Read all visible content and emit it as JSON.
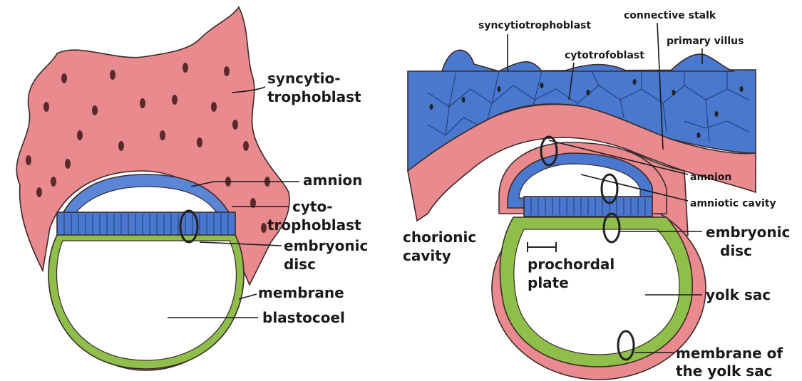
{
  "left_panel": {
    "syncytio_line1": "syncytio-",
    "syncytio_line2": "trophoblast",
    "amnion": "amnion",
    "cyto_line1": "cyto-",
    "cyto_line2": "trophoblast",
    "embryonic_line1": "embryonic",
    "embryonic_line2": "disc",
    "membrane": "membrane",
    "blastocoel": "blastocoel"
  },
  "right_panel": {
    "syncytiotrophoblast": "syncytiotrophoblast",
    "connective_stalk": "connective stalk",
    "cytotrofoblast": "cytotrofoblast",
    "primary_villus": "primary villus",
    "amnion": "amnion",
    "amniotic_cavity": "amniotic cavity",
    "chorionic_line1": "chorionic",
    "chorionic_line2": "cavity",
    "embryonic_line1": "embryonic",
    "embryonic_line2": "disc",
    "prochordal_line1": "prochordal",
    "prochordal_line2": "plate",
    "yolk_sac": "yolk sac",
    "membrane_line1": "membrane of",
    "membrane_line2": "the yolk sac"
  },
  "colors": {
    "trophoblast_pink": "#e88a8e",
    "cyto_blue": "#4a78cf",
    "yolk_green": "#8fbf4a",
    "nucleus": "#5a2a2a"
  }
}
